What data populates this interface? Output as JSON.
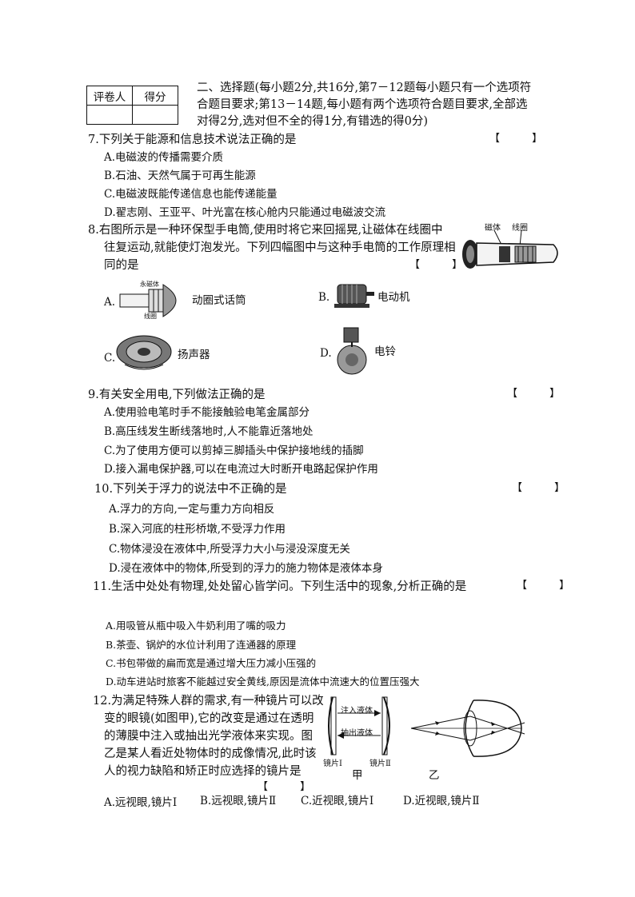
{
  "score_table": {
    "reviewer": "评卷人",
    "score": "得分"
  },
  "section": {
    "line1": "二、选择题(每小题2分,共16分,第7－12题每小题只有一个选项符",
    "line2": "合题目要求;第13－14题,每小题有两个选项符合题目要求,全部选",
    "line3": "对得2分,选对但不全的得1分,有错选的得0分)"
  },
  "bracket": "【 】",
  "q7": {
    "stem": "7.下列关于能源和信息技术说法正确的是",
    "a": "A.电磁波的传播需要介质",
    "b": "B.石油、天然气属于可再生能源",
    "c": "C.电磁波既能传递信息也能传递能量",
    "d": "D.翟志刚、王亚平、叶光富在核心舱内只能通过电磁波交流"
  },
  "q8": {
    "line1": "8.右图所示是一种环保型手电筒,使用时将它来回摇晃,让磁体在线圈中",
    "line2": "往复运动,就能使灯泡发光。下列四幅图中与这种手电筒的工作原理相",
    "line3": "同的是",
    "fig_magnet": "磁体",
    "fig_coil": "线圈",
    "a_letter": "A.",
    "a_label": "动圈式话筒",
    "a_note_magnet": "永磁体",
    "a_note_coil": "线圈",
    "b_letter": "B.",
    "b_label": "电动机",
    "c_letter": "C.",
    "c_label": "扬声器",
    "d_letter": "D.",
    "d_label": "电铃"
  },
  "q9": {
    "stem": "9.有关安全用电,下列做法正确的是",
    "a": "A.使用验电笔时手不能接触验电笔金属部分",
    "b": "B.高压线发生断线落地时,人不能靠近落地处",
    "c": "C.为了使用方便可以剪掉三脚插头中保护接地线的插脚",
    "d": "D.接入漏电保护器,可以在电流过大时断开电路起保护作用"
  },
  "q10": {
    "stem": "10.下列关于浮力的说法中不正确的是",
    "a": "A.浮力的方向,一定与重力方向相反",
    "b": "B.深入河底的柱形桥墩,不受浮力作用",
    "c": "C.物体浸没在液体中,所受浮力大小与浸没深度无关",
    "d": "D.浸在液体中的物体,所受到的浮力的施力物体是液体本身"
  },
  "q11": {
    "stem": "11.生活中处处有物理,处处留心皆学问。下列生活中的现象,分析正确的是",
    "a": "A.用吸管从瓶中吸入牛奶利用了嘴的吸力",
    "b": "B.茶壶、锅炉的水位计利用了连通器的原理",
    "c": "C.书包带做的扁而宽是通过增大压力减小压强的",
    "d": "D.动车进站时旅客不能越过安全黄线,原因是流体中流速大的位置压强大"
  },
  "q12": {
    "line1": "12.为满足特殊人群的需求,有一种镜片可以改",
    "line2": "变的眼镜(如图甲),它的改变是通过在透明",
    "line3": "的薄膜中注入或抽出光学液体来实现。图",
    "line4": "乙是某人看近处物体时的成像情况,此时该",
    "line5": "人的视力缺陷和矫正时应选择的镜片是",
    "fig_inject": "注入液体",
    "fig_extract": "抽出液体",
    "fig_lens1": "镜片Ⅰ",
    "fig_lens2": "镜片Ⅱ",
    "fig_jia": "甲",
    "fig_yi": "乙",
    "a": "A.远视眼,镜片Ⅰ",
    "b": "B.远视眼,镜片Ⅱ",
    "c": "C.近视眼,镜片Ⅰ",
    "d": "D.近视眼,镜片Ⅱ"
  }
}
